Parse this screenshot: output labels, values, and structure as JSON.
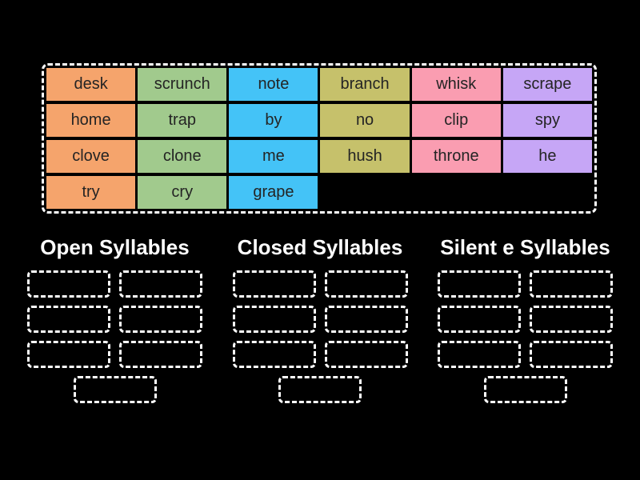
{
  "colors": {
    "background": "#000000",
    "tile_text": "#242424",
    "dashed_border": "#ffffff",
    "orange": "#f5a46c",
    "green": "#a1ca8d",
    "blue": "#44c3f7",
    "olive": "#c6c16b",
    "pink": "#fa9db1",
    "purple": "#c6a6f6"
  },
  "word_bank": {
    "tiles": [
      {
        "word": "desk",
        "color": "orange"
      },
      {
        "word": "scrunch",
        "color": "green"
      },
      {
        "word": "note",
        "color": "blue"
      },
      {
        "word": "branch",
        "color": "olive"
      },
      {
        "word": "whisk",
        "color": "pink"
      },
      {
        "word": "scrape",
        "color": "purple"
      },
      {
        "word": "home",
        "color": "orange"
      },
      {
        "word": "trap",
        "color": "green"
      },
      {
        "word": "by",
        "color": "blue"
      },
      {
        "word": "no",
        "color": "olive"
      },
      {
        "word": "clip",
        "color": "pink"
      },
      {
        "word": "spy",
        "color": "purple"
      },
      {
        "word": "clove",
        "color": "orange"
      },
      {
        "word": "clone",
        "color": "green"
      },
      {
        "word": "me",
        "color": "blue"
      },
      {
        "word": "hush",
        "color": "olive"
      },
      {
        "word": "throne",
        "color": "pink"
      },
      {
        "word": "he",
        "color": "purple"
      },
      {
        "word": "try",
        "color": "orange"
      },
      {
        "word": "cry",
        "color": "green"
      },
      {
        "word": "grape",
        "color": "blue"
      }
    ]
  },
  "categories": [
    {
      "label": "Open Syllables",
      "slots": 7
    },
    {
      "label": "Closed Syllables",
      "slots": 7
    },
    {
      "label": "Silent e Syllables",
      "slots": 7
    }
  ]
}
